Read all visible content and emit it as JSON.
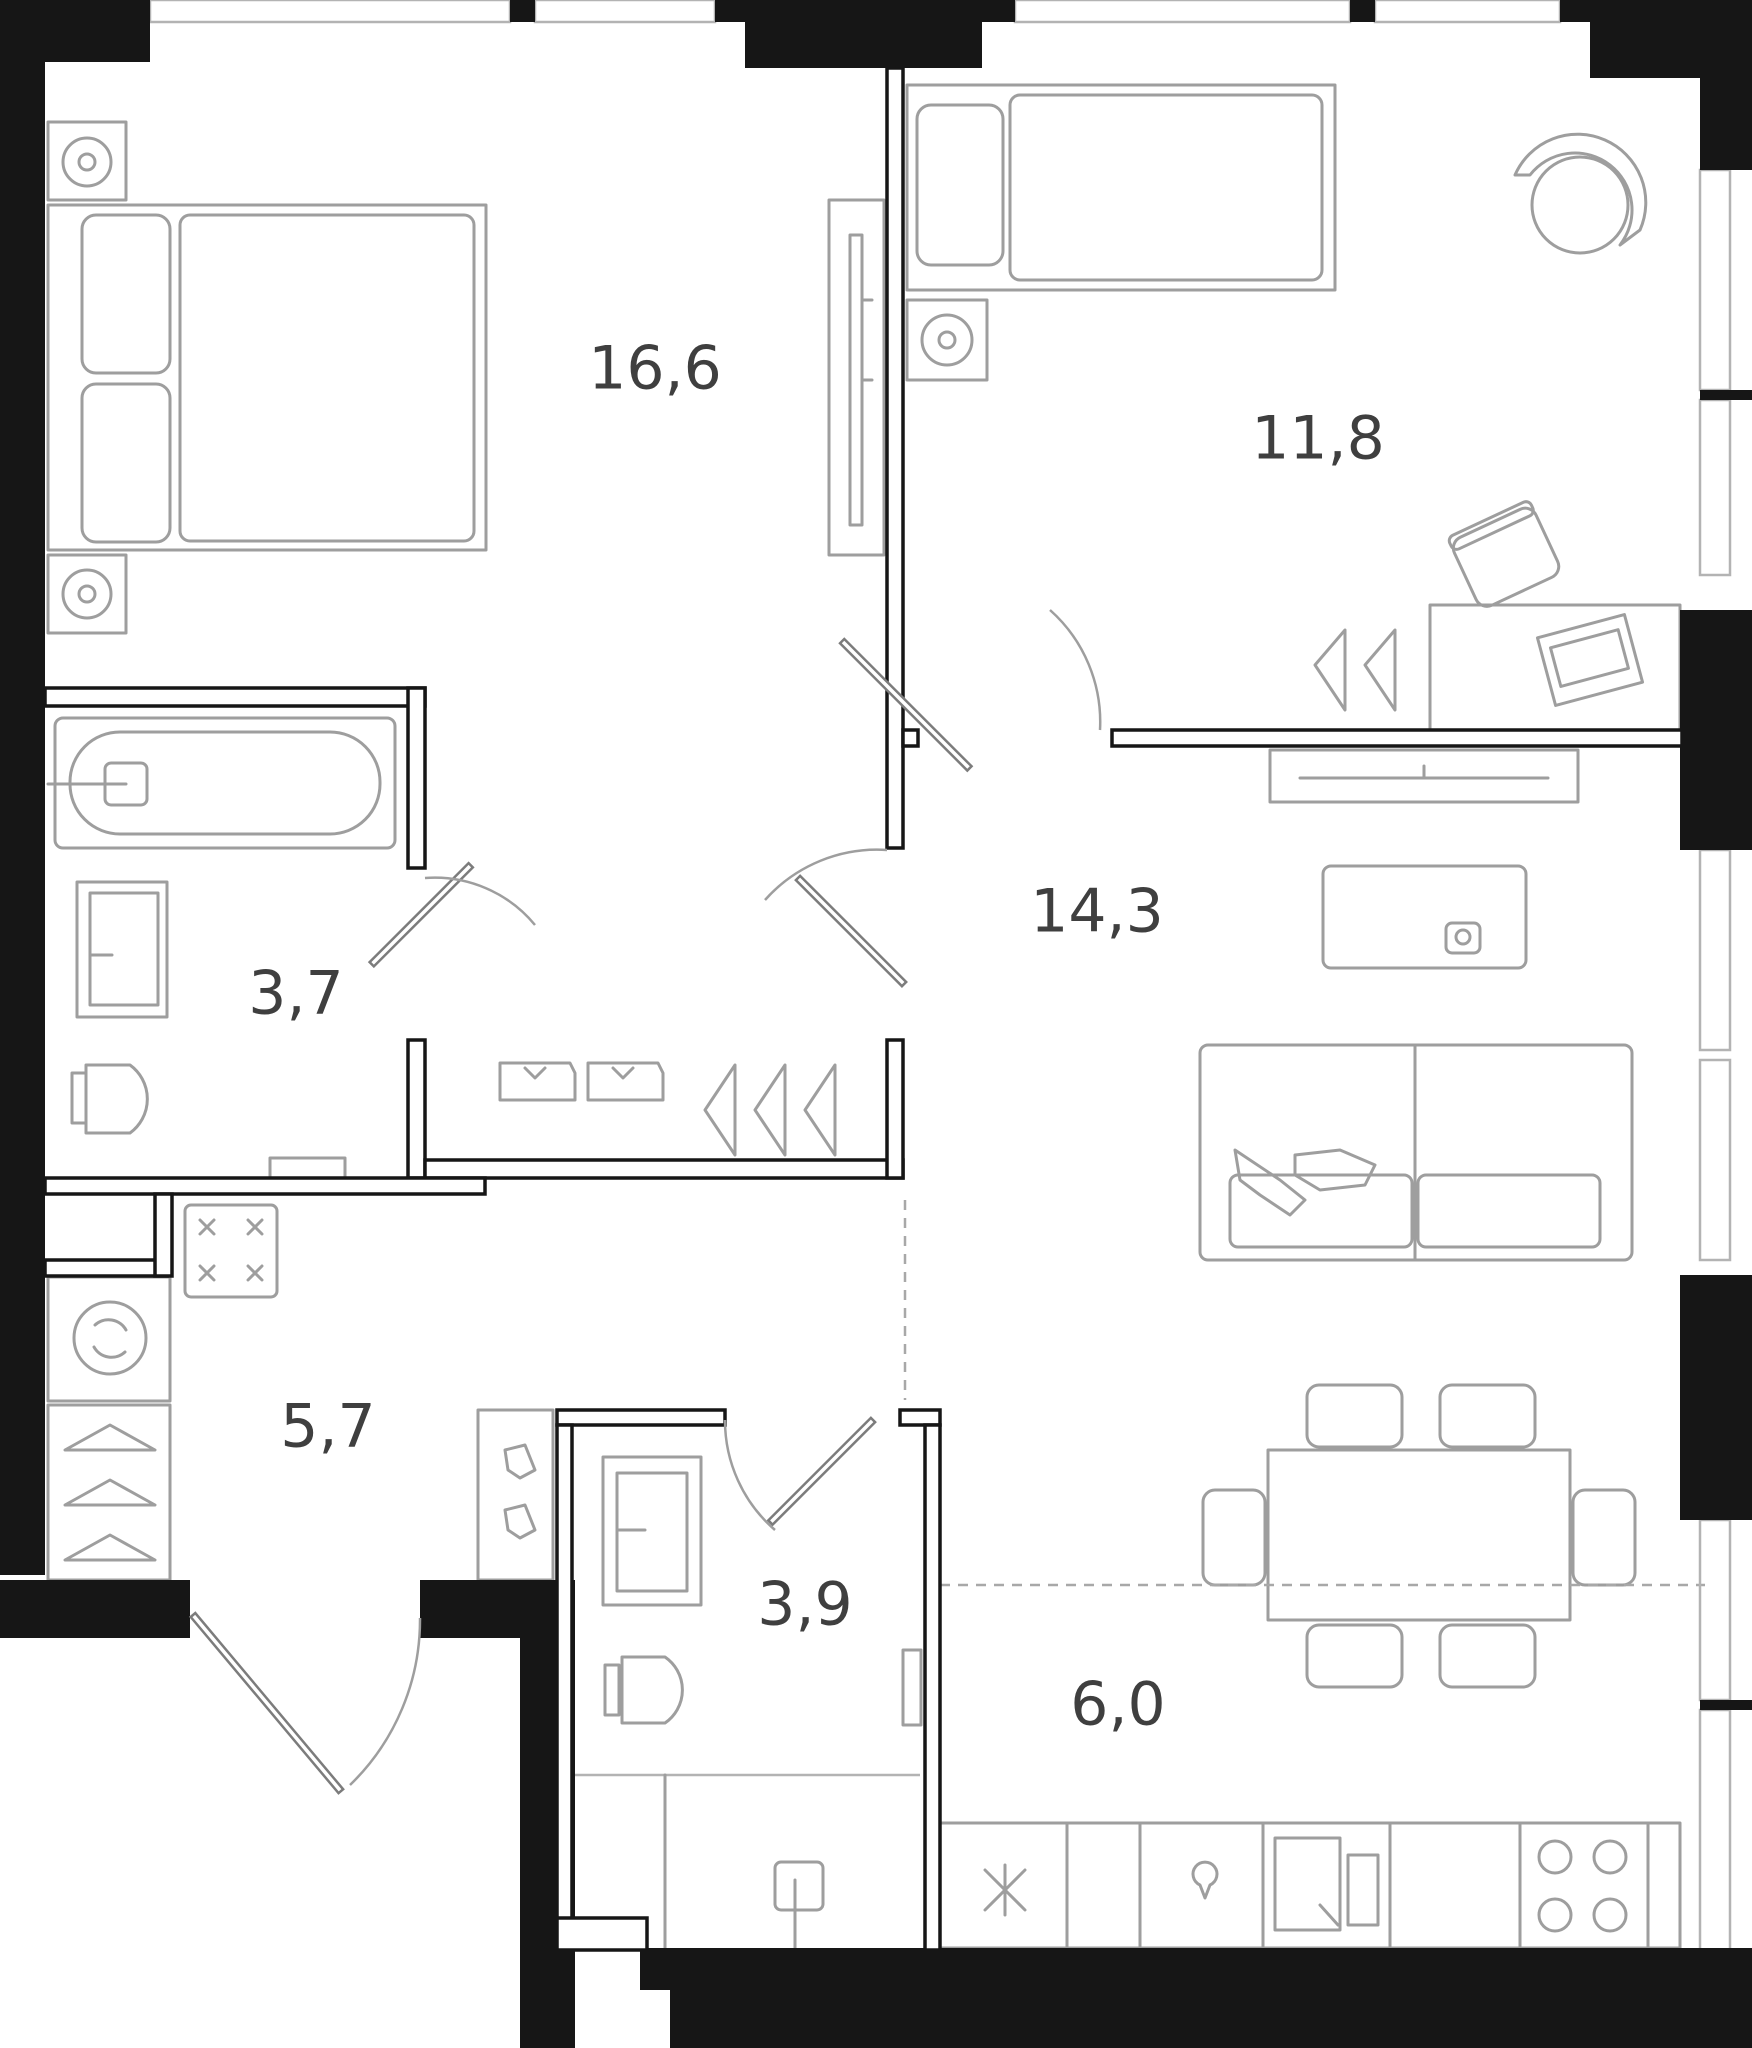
{
  "rooms": [
    {
      "id": "bedroom-main",
      "area": "16,6"
    },
    {
      "id": "bedroom-second",
      "area": "11,8"
    },
    {
      "id": "living-room",
      "area": "14,3"
    },
    {
      "id": "bathroom",
      "area": "3,7"
    },
    {
      "id": "hallway",
      "area": "5,7"
    },
    {
      "id": "wc-laundry",
      "area": "3,9"
    },
    {
      "id": "kitchen",
      "area": "6,0"
    }
  ],
  "colors": {
    "wall": "#161616",
    "furniture": "#9e9e9e",
    "label": "#3f3f3f",
    "background": "#ffffff"
  }
}
